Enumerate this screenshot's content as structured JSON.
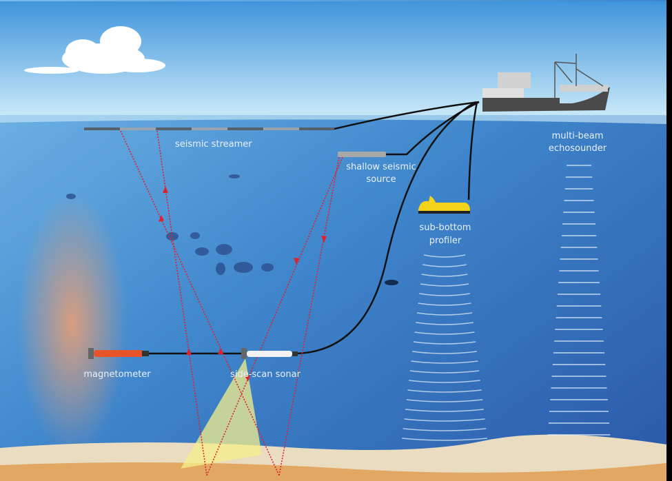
{
  "labels": {
    "seismic_streamer": "seismic streamer",
    "shallow_source_line1": "shallow seismic",
    "shallow_source_line2": "source",
    "sub_bottom_line1": "sub-bottom",
    "sub_bottom_line2": "profiler",
    "multibeam_line1": "multi-beam",
    "multibeam_line2": "echosounder",
    "magnetometer": "magnetometer",
    "side_scan_sonar": "side-scan sonar"
  },
  "colors": {
    "ray": "#e0202a",
    "profiler": "#f2d21a",
    "magnetometer": "#e8542a",
    "sonar_beam": "#f4ef8a"
  }
}
